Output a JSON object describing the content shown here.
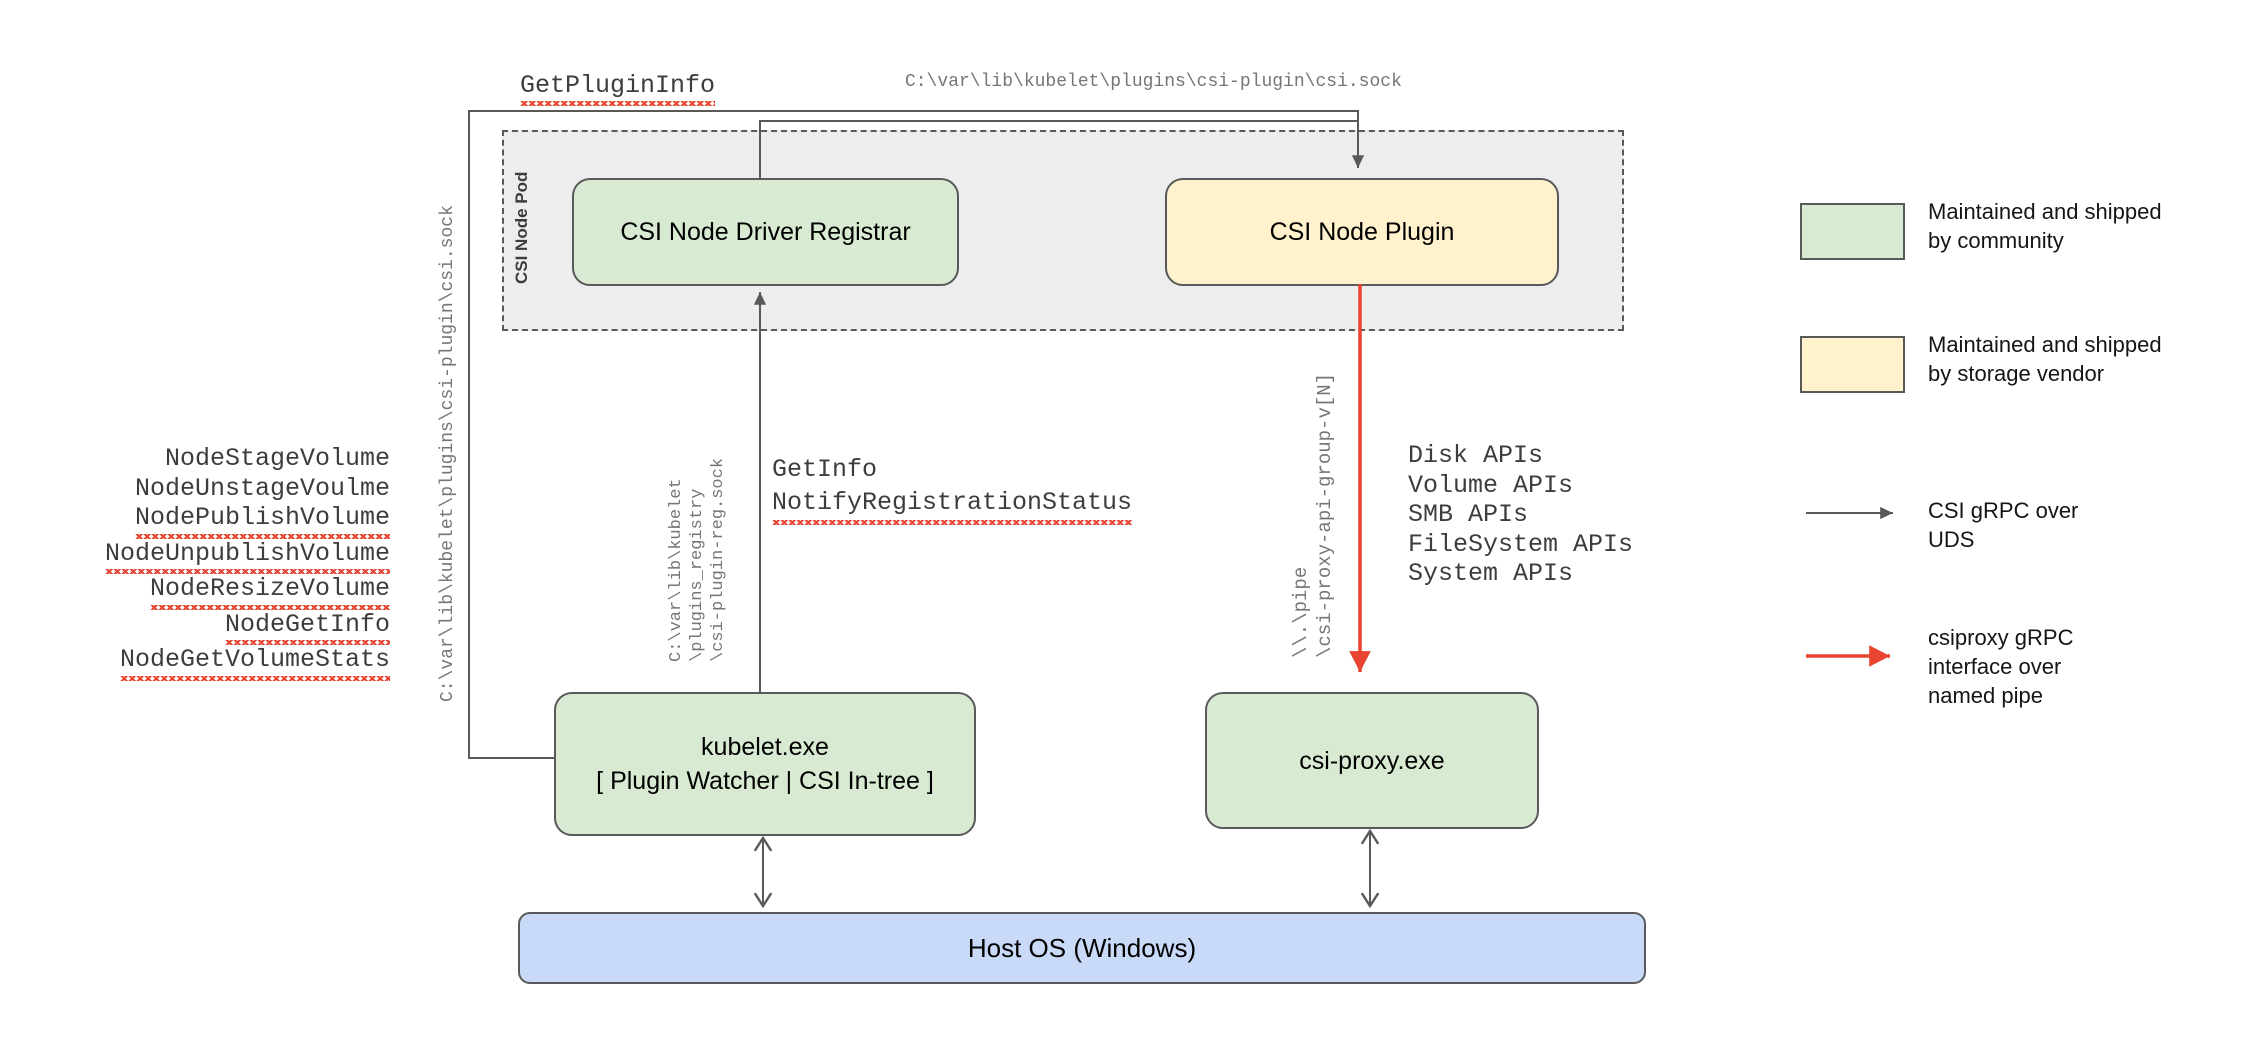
{
  "diagram": {
    "calls": {
      "get_plugin_info": "GetPluginInfo",
      "get_info": "GetInfo",
      "notify_registration_status": "NotifyRegistrationStatus"
    },
    "paths": {
      "csi_sock_top": "C:\\var\\lib\\kubelet\\plugins\\csi-plugin\\csi.sock",
      "csi_sock_left": "C:\\var\\lib\\kubelet\\plugins\\csi-plugin\\csi.sock",
      "registry_lines": [
        "C:\\var\\lib\\kubelet",
        "\\plugins_registry",
        "\\csi-plugin-reg.sock"
      ],
      "pipe_lines": [
        "\\\\.\\pipe",
        "\\csi-proxy-api-group-v[N]"
      ]
    },
    "node_calls": [
      "NodeStageVolume",
      "NodeUnstageVoulme",
      "NodePublishVolume",
      "NodeUnpublishVolume",
      "NodeResizeVolume",
      "NodeGetInfo",
      "NodeGetVolumeStats"
    ],
    "api_groups": [
      "Disk APIs",
      "Volume APIs",
      "SMB APIs",
      "FileSystem APIs",
      "System APIs"
    ],
    "pod_label": "CSI Node Pod",
    "boxes": {
      "registrar": "CSI Node Driver Registrar",
      "plugin": "CSI Node Plugin",
      "kubelet_line1": "kubelet.exe",
      "kubelet_line2": "[ Plugin Watcher | CSI In-tree ]",
      "csi_proxy": "csi-proxy.exe",
      "host_os": "Host OS (Windows)"
    },
    "legend": {
      "community": {
        "color": "#d9ead3",
        "lines": [
          "Maintained and shipped",
          "by community"
        ]
      },
      "vendor": {
        "color": "#fff2cc",
        "lines": [
          "Maintained and shipped",
          "by storage vendor"
        ]
      },
      "uds": {
        "lines": [
          "CSI gRPC over",
          "UDS"
        ]
      },
      "named_pipe": {
        "lines": [
          "csiproxy gRPC",
          "interface over",
          "named pipe"
        ]
      }
    },
    "colors": {
      "community_green": "#d9ead3",
      "vendor_yellow": "#fff2cc",
      "host_blue": "#c9daf8",
      "pod_gray": "#ededed",
      "line_gray": "#595959",
      "squiggle_red": "#e8442f",
      "path_text_gray": "#767676"
    }
  }
}
